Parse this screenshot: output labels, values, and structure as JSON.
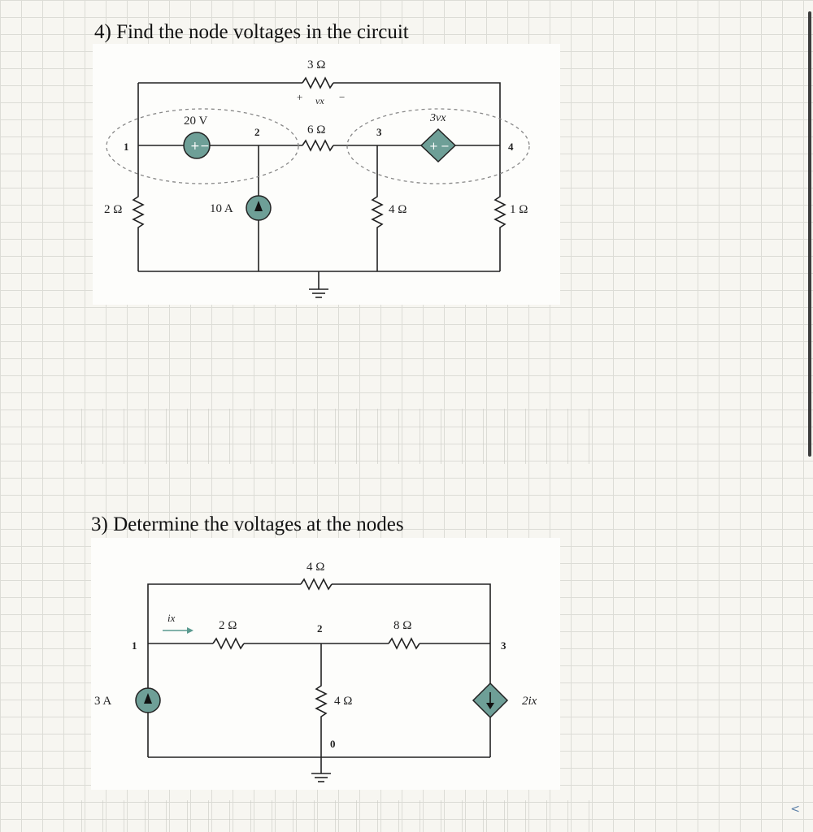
{
  "problem4": {
    "heading": "4) Find the node voltages in the circuit",
    "labels": {
      "r_top": "3 Ω",
      "vx_plus": "+",
      "vx": "vx",
      "vx_minus": "−",
      "r_mid": "6 Ω",
      "vsrc": "20 V",
      "dep_src": "3vx",
      "isrc": "10 A",
      "r_left": "2 Ω",
      "r_center": "4 Ω",
      "r_right": "1 Ω",
      "node1": "1",
      "node2": "2",
      "node3": "3",
      "node4": "4"
    }
  },
  "problem3": {
    "heading": "3) Determine the voltages at the nodes",
    "labels": {
      "r_top": "4 Ω",
      "ix": "ix",
      "r_2": "2 Ω",
      "r_8": "8 Ω",
      "r_4": "4 Ω",
      "isrc": "3 A",
      "dep_src": "2ix",
      "node0": "0",
      "node1": "1",
      "node2": "2",
      "node3": "3"
    }
  },
  "colors": {
    "source_fill": "#6e9f97",
    "wire": "#222222"
  }
}
